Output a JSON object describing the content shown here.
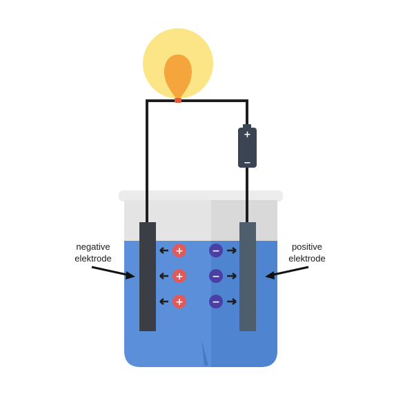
{
  "labels": {
    "negative_line1": "negative",
    "negative_line2": "elektrode",
    "positive_line1": "positive",
    "positive_line2": "elektrode"
  },
  "battery": {
    "plus": "+",
    "minus": "−"
  },
  "ions": {
    "cation_sign": "+",
    "anion_sign": "−"
  },
  "colors": {
    "water": "#5b8fd9",
    "water_dark": "#4a7bc6",
    "glass": "#e6e6e6",
    "electrode_negative": "#3b3f45",
    "electrode_positive": "#4f5e6d",
    "cation": "#e2595b",
    "anion": "#4a3fa6",
    "bulb_glow": "#fbe586",
    "bulb_flame": "#f4a53b",
    "wire": "#1e1e1e",
    "battery": "#3a4452"
  }
}
